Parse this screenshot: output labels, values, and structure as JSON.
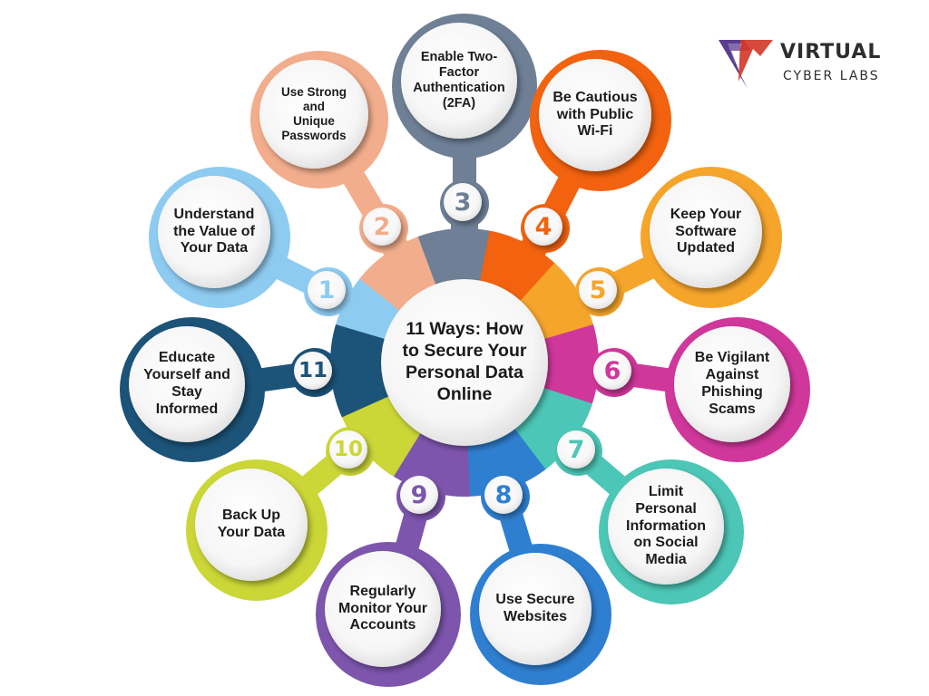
{
  "brand": {
    "name": "VIRTUAL",
    "subtitle": "CYBER LABS",
    "logo_colors": [
      "#5b3e8f",
      "#d43a2a"
    ]
  },
  "center": {
    "title": "11 Ways: How\nto Secure Your\nPersonal Data\nOnline"
  },
  "steps": [
    {
      "number": "1",
      "label": "Understand\nthe Value of\nYour Data",
      "color": "#8ecbf1"
    },
    {
      "number": "2",
      "label": "Use Strong and\nUnique\nPasswords",
      "color": "#f2ad8c"
    },
    {
      "number": "3",
      "label": "Enable Two-\nFactor\nAuthentication\n(2FA)",
      "color": "#6e7f96"
    },
    {
      "number": "4",
      "label": "Be Cautious\nwith Public\nWi-Fi",
      "color": "#f2620f"
    },
    {
      "number": "5",
      "label": "Keep Your\nSoftware\nUpdated",
      "color": "#f6a52b"
    },
    {
      "number": "6",
      "label": "Be Vigilant\nAgainst\nPhishing\nScams",
      "color": "#d0379b"
    },
    {
      "number": "7",
      "label": "Limit\nPersonal\nInformation\non Social\nMedia",
      "color": "#4cc6b6"
    },
    {
      "number": "8",
      "label": "Use Secure\nWebsites",
      "color": "#2f7fd1"
    },
    {
      "number": "9",
      "label": "Regularly\nMonitor Your\nAccounts",
      "color": "#7d55ad"
    },
    {
      "number": "10",
      "label": "Back Up\nYour Data",
      "color": "#cbd637"
    },
    {
      "number": "11",
      "label": "Educate\nYourself and\nStay\nInformed",
      "color": "#1c5378"
    }
  ]
}
